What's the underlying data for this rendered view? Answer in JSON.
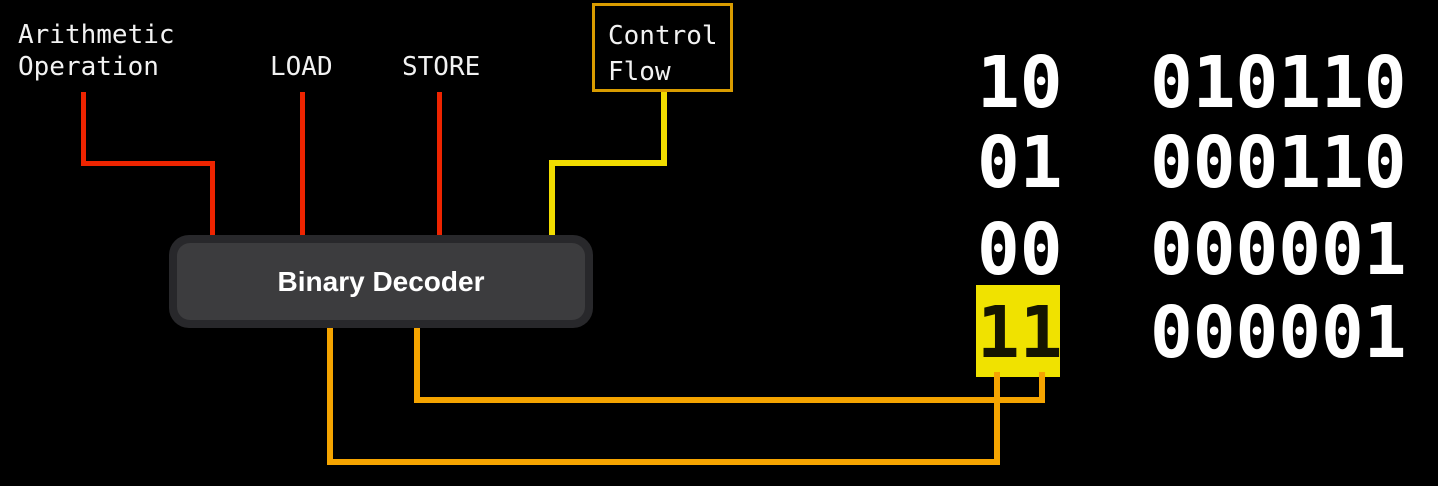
{
  "labels": {
    "arithmetic_line1": "Arithmetic",
    "arithmetic_line2": "Operation",
    "load": "LOAD",
    "store": "STORE",
    "control_flow_line1": "Control",
    "control_flow_line2": "Flow",
    "decoder": "Binary Decoder"
  },
  "instruction_table": {
    "rows": [
      {
        "opcode": "10",
        "operand": "010110",
        "highlighted": false
      },
      {
        "opcode": "01",
        "operand": "000110",
        "highlighted": false
      },
      {
        "opcode": "00",
        "operand": "000001",
        "highlighted": false
      },
      {
        "opcode": "11",
        "operand": "000001",
        "highlighted": true
      }
    ],
    "highlighted_opcode": "11"
  },
  "wires": [
    {
      "from": "arithmetic-operation",
      "to": "binary-decoder",
      "color": "red"
    },
    {
      "from": "load",
      "to": "binary-decoder",
      "color": "red"
    },
    {
      "from": "store",
      "to": "binary-decoder",
      "color": "red"
    },
    {
      "from": "control-flow",
      "to": "binary-decoder",
      "color": "yellow"
    },
    {
      "from": "binary-decoder",
      "to": "highlighted-opcode-left",
      "color": "orange"
    },
    {
      "from": "binary-decoder",
      "to": "highlighted-opcode-right",
      "color": "orange"
    }
  ],
  "colors": {
    "background": "#000000",
    "text": "#f2f2f2",
    "red_wire": "#ee2400",
    "yellow_wire": "#f1dc00",
    "orange_wire": "#f5a400",
    "control_flow_border": "#d99c00",
    "highlight_bg": "#f0e200",
    "highlight_text": "#151500",
    "decoder_outer": "#28282b",
    "decoder_inner": "#3c3c3e",
    "decoder_text": "#ffffff"
  }
}
